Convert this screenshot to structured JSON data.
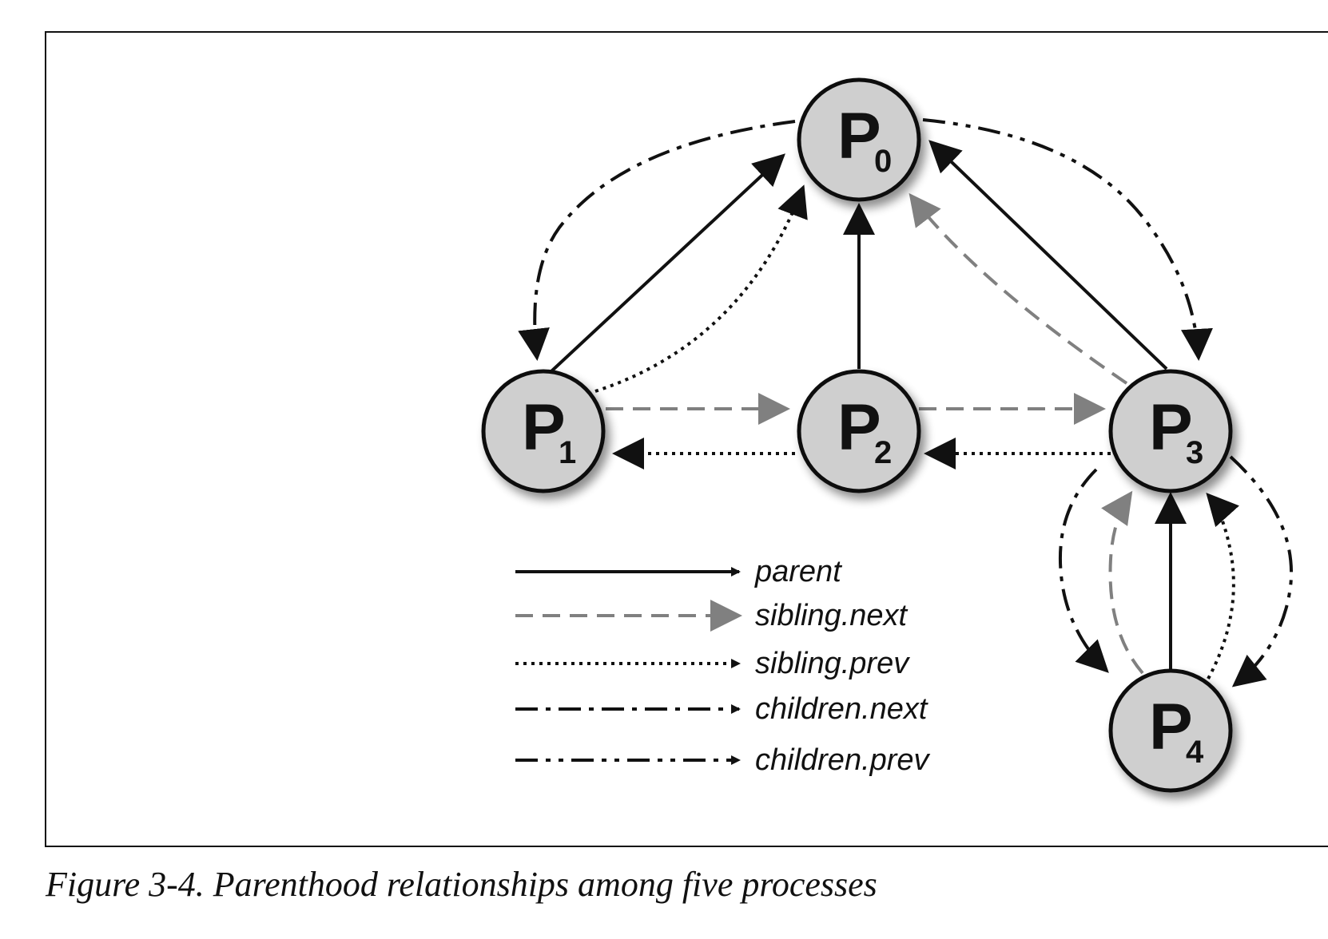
{
  "figure": {
    "caption": "Figure 3-4. Parenthood relationships among five processes"
  },
  "nodes": [
    {
      "id": "p0",
      "letter": "P",
      "sub": "0"
    },
    {
      "id": "p1",
      "letter": "P",
      "sub": "1"
    },
    {
      "id": "p2",
      "letter": "P",
      "sub": "2"
    },
    {
      "id": "p3",
      "letter": "P",
      "sub": "3"
    },
    {
      "id": "p4",
      "letter": "P",
      "sub": "4"
    }
  ],
  "legend": [
    {
      "label": "parent",
      "style": "solid",
      "color": "#111111"
    },
    {
      "label": "sibling.next",
      "style": "dashed",
      "color": "#808080"
    },
    {
      "label": "sibling.prev",
      "style": "dotted",
      "color": "#111111"
    },
    {
      "label": "children.next",
      "style": "dash-dot",
      "color": "#111111"
    },
    {
      "label": "children.prev",
      "style": "dash-dot-dot",
      "color": "#111111"
    }
  ],
  "colors": {
    "node_fill": "#cfcfcf",
    "stroke": "#111111",
    "sibling_next": "#808080"
  }
}
